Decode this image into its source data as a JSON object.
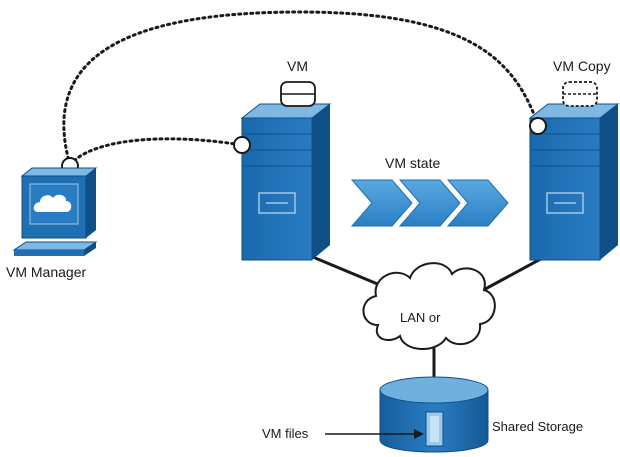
{
  "labels": {
    "vm": "VM",
    "vm_copy": "VM Copy",
    "vm_state": "VM state",
    "vm_manager": "VM Manager",
    "lan": "LAN or",
    "vm_files": "VM files",
    "shared_storage": "Shared Storage"
  },
  "colors": {
    "server_face": "#1f6fb2",
    "server_top": "#6fb0df",
    "server_side": "#0e4f87",
    "accent_light": "#9cc9ea",
    "arrow": "#3a8fd0",
    "arrow_light": "#7cbde8",
    "line": "#1a1a1a"
  }
}
